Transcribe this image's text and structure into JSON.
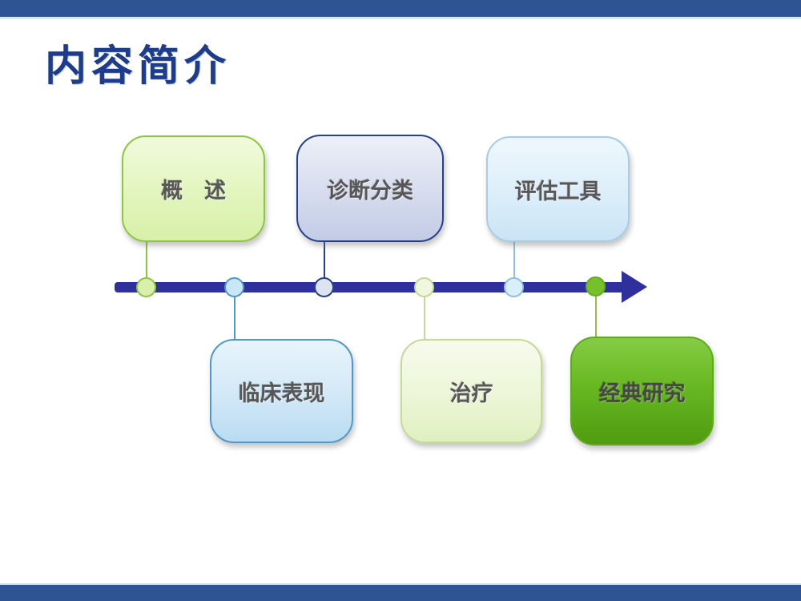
{
  "slide": {
    "title": "内容简介",
    "title_color": "#1e3c8c",
    "background_color": "#ffffff",
    "accent_bar_color": "#2e5493"
  },
  "timeline": {
    "type": "horizontal-arrow-timeline",
    "line_color": "#2f2f9d",
    "arrow_direction": "right",
    "nodes": [
      {
        "label": "概　述",
        "side": "top",
        "dot_fill": "#d9f0ac",
        "dot_border": "#8dc63f",
        "box_fill_top": "#f1fadd",
        "box_fill_bottom": "#d7f0a9",
        "box_border": "#8dc63f"
      },
      {
        "label": "临床表现",
        "side": "bottom",
        "dot_fill": "#c9e7f6",
        "dot_border": "#4f98c7",
        "box_fill_top": "#e8f4fb",
        "box_fill_bottom": "#b9dcf2",
        "box_border": "#4f98c7"
      },
      {
        "label": "诊断分类",
        "side": "top",
        "dot_fill": "#dde3f1",
        "dot_border": "#25418d",
        "box_fill_top": "#edf0f8",
        "box_fill_bottom": "#c2cce5",
        "box_border": "#25418d"
      },
      {
        "label": "治疗",
        "side": "bottom",
        "dot_fill": "#f0f7de",
        "dot_border": "#c3d996",
        "box_fill_top": "#f7fbec",
        "box_fill_bottom": "#e0f0c0",
        "box_border": "#c4da97"
      },
      {
        "label": "评估工具",
        "side": "top",
        "dot_fill": "#d9effa",
        "dot_border": "#8fc0db",
        "box_fill_top": "#eef7fd",
        "box_fill_bottom": "#c9e4f5",
        "box_border": "#a6cde5"
      },
      {
        "label": "经典研究",
        "side": "bottom",
        "dot_fill": "#76c02c",
        "dot_border": "#64ad1d",
        "box_fill_top": "#85cc45",
        "box_fill_bottom": "#4f9c10",
        "box_border": "#61aa1d"
      }
    ],
    "text_color": "#575757"
  }
}
